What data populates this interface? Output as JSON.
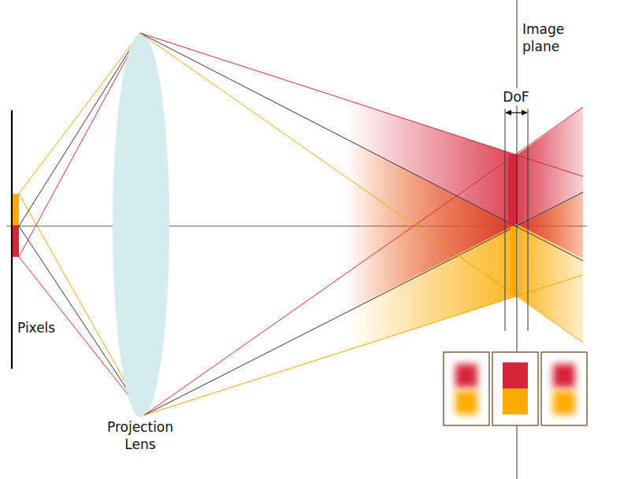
{
  "diagram": {
    "labels": [
      "Image plane",
      "DoF",
      "Pixels",
      "Projection Lens"
    ]
  }
}
